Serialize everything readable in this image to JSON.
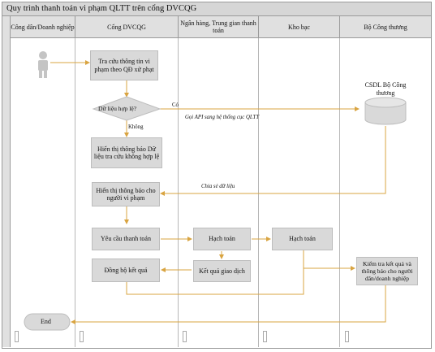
{
  "title": "Quy trình thanh toán vi phạm QLTT trên cổng DVCQG",
  "lanes": [
    "Công dân/Doanh nghiệp",
    "Cổng DVCQG",
    "Ngân hàng, Trung gian thanh toán",
    "Kho bạc",
    "Bộ Công thương"
  ],
  "nodes": {
    "lookup": "Tra cứu thông tin vi phạm theo QĐ xử phạt",
    "valid": "Dữ liệu hợp lệ?",
    "invalid_msg": "Hiển thị thông báo Dữ liệu tra cứu không hợp lệ",
    "db": "CSDL Bộ Công thương",
    "show_notice": "Hiển thị thông báo cho người vi phạm",
    "pay_request": "Yêu cầu thanh toán",
    "bank_account": "Hạch toán",
    "treasury_account": "Hạch toán",
    "sync": "Đồng bộ kết quả",
    "result": "Kết quả giao dịch",
    "check_notify": "Kiểm tra kết quả và thông báo cho người dân/doanh nghiệp",
    "end": "End"
  },
  "edge_labels": {
    "yes": "Có",
    "no": "Không",
    "api_call": "Gọi API sang hệ thống cục QLTT",
    "share": "Chia sẻ dữ liệu"
  },
  "colors": {
    "arrow": "#d9a441",
    "box_fill": "#d9d9d9",
    "header_fill": "#e0e0e0"
  }
}
